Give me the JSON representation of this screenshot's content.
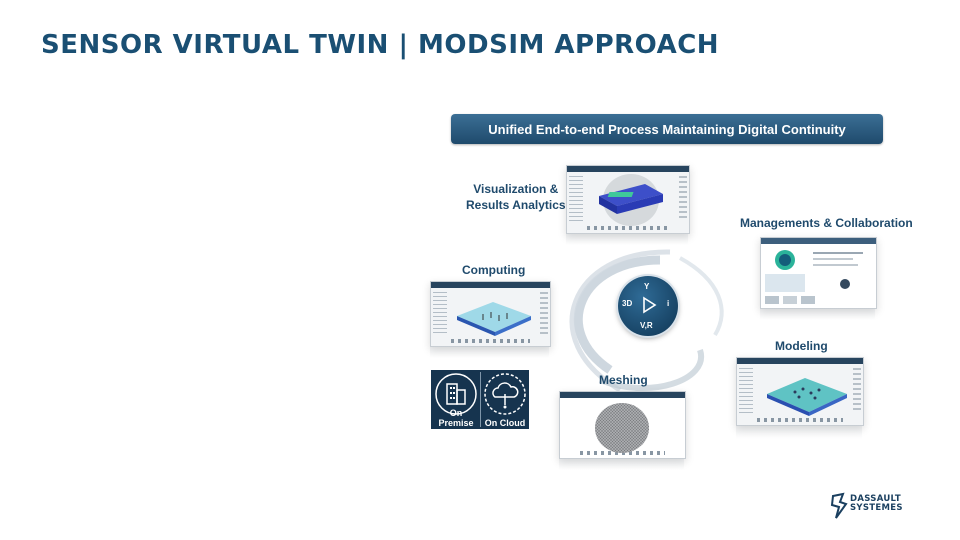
{
  "slide": {
    "title": "SENSOR VIRTUAL TWIN | MODSIM APPROACH",
    "banner": "Unified End-to-end Process Maintaining Digital Continuity"
  },
  "stages": {
    "visualization": "Visualization &\nResults Analytics",
    "management": "Managements & Collaboration",
    "computing": "Computing",
    "modeling": "Modeling",
    "meshing": "Meshing"
  },
  "badge": {
    "top": "Y",
    "left": "3D",
    "right": "i",
    "bottom": "V,R",
    "icon": "play-icon"
  },
  "deployment": {
    "on_premise": "On Premise",
    "on_cloud": "On Cloud",
    "icons": [
      "building-icon",
      "cloud-upload-icon"
    ]
  },
  "brand": {
    "line1": "DASSAULT",
    "line2": "SYSTEMES",
    "icon": "3ds-logo-icon"
  }
}
